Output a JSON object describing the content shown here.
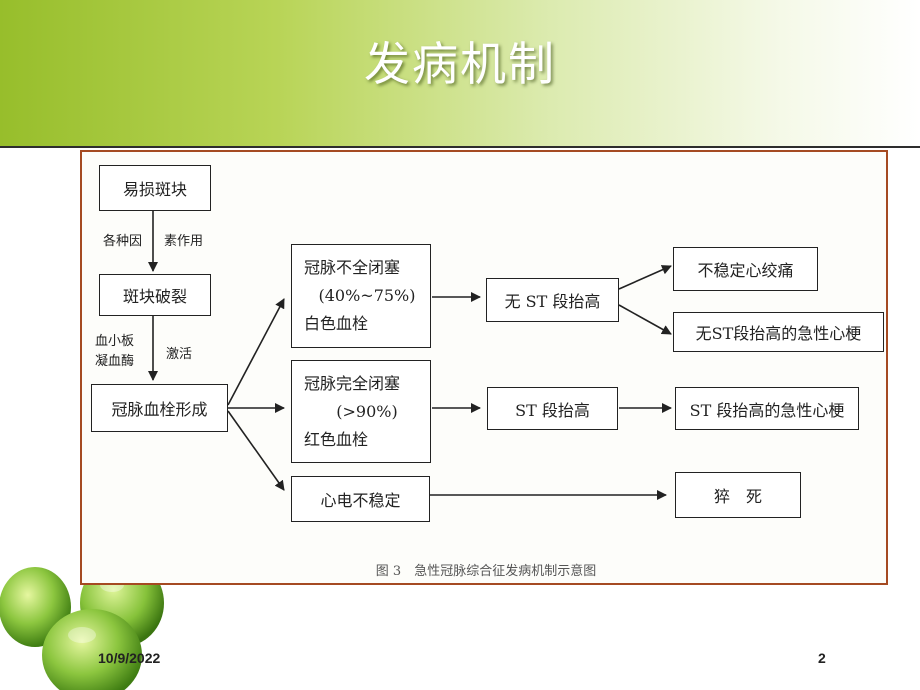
{
  "slide": {
    "title": "发病机制",
    "date": "10/9/2022",
    "page_number": "2"
  },
  "diagram": {
    "boxes": {
      "vulnerable_plaque": "易损斑块",
      "plaque_rupture": "斑块破裂",
      "thrombus_formation": "冠脉血栓形成",
      "partial_occlusion": {
        "line1": "冠脉不全闭塞",
        "line2": "(40%~75%)",
        "line3": "白色血栓"
      },
      "complete_occlusion": {
        "line1": "冠脉完全闭塞",
        "line2": "(>90%)",
        "line3": "红色血栓"
      },
      "electrical_instability": "心电不稳定",
      "non_st_elevation": "无 ST 段抬高",
      "st_elevation": "ST 段抬高",
      "unstable_angina": "不稳定心绞痛",
      "nstemi": "无ST段抬高的急性心梗",
      "stemi": "ST 段抬高的急性心梗",
      "sudden_death": "猝　死"
    },
    "labels": {
      "various_factors": "各种因",
      "factors_action": "素作用",
      "platelets": "血小板",
      "thrombin": "凝血酶",
      "activation": "激活"
    },
    "caption": "图 3　急性冠脉综合征发病机制示意图"
  },
  "colors": {
    "header_green": "#97be2b",
    "frame_border": "#a54a22",
    "apple_green": "#8cc63f"
  }
}
